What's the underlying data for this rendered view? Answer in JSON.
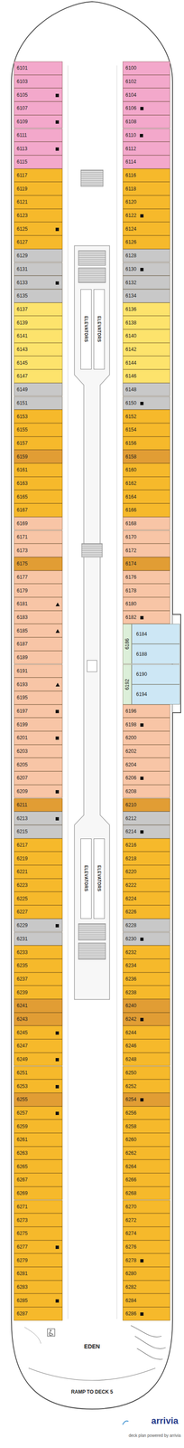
{
  "diagram": {
    "nodes": [
      {
        "text": [
          "6101"
        ]
      },
      {
        "text": [
          "6103"
        ]
      },
      {
        "text": [
          "6105"
        ]
      },
      {
        "text": [
          "6107"
        ]
      },
      {
        "text": [
          "6109"
        ]
      },
      {
        "text": [
          "6111"
        ]
      },
      {
        "text": [
          "6113"
        ]
      },
      {
        "text": [
          "6115"
        ]
      },
      {
        "text": [
          "6117"
        ]
      },
      {
        "text": [
          "6119"
        ]
      },
      {
        "text": [
          "6121"
        ]
      },
      {
        "text": [
          "6123"
        ]
      },
      {
        "text": [
          "6125"
        ]
      },
      {
        "text": [
          "6127"
        ]
      },
      {
        "text": [
          "6129"
        ]
      },
      {
        "text": [
          "6131"
        ]
      },
      {
        "text": [
          "6133"
        ]
      },
      {
        "text": [
          "6135"
        ]
      },
      {
        "text": [
          "6137"
        ]
      },
      {
        "text": [
          "6139"
        ]
      },
      {
        "text": [
          "6141"
        ]
      },
      {
        "text": [
          "6143"
        ]
      },
      {
        "text": [
          "6145"
        ]
      },
      {
        "text": [
          "6147"
        ]
      },
      {
        "text": [
          "6149"
        ]
      },
      {
        "text": [
          "6151"
        ]
      },
      {
        "text": [
          "6153"
        ]
      },
      {
        "text": [
          "6155"
        ]
      },
      {
        "text": [
          "6157"
        ]
      },
      {
        "text": [
          "6159"
        ]
      },
      {
        "text": [
          "6161"
        ]
      },
      {
        "text": [
          "6163"
        ]
      },
      {
        "text": [
          "6165"
        ]
      },
      {
        "text": [
          "6167"
        ]
      },
      {
        "text": [
          "6169"
        ]
      },
      {
        "text": [
          "6171"
        ]
      },
      {
        "text": [
          "6173"
        ]
      },
      {
        "text": [
          "6175"
        ]
      },
      {
        "text": [
          "6177"
        ]
      },
      {
        "text": [
          "6179"
        ]
      },
      {
        "text": [
          "6181"
        ]
      },
      {
        "text": [
          "6183"
        ]
      },
      {
        "text": [
          "6185"
        ]
      },
      {
        "text": [
          "6187"
        ]
      },
      {
        "text": [
          "6189"
        ]
      },
      {
        "text": [
          "6191"
        ]
      },
      {
        "text": [
          "6193"
        ]
      },
      {
        "text": [
          "6195"
        ]
      },
      {
        "text": [
          "6197"
        ]
      },
      {
        "text": [
          "6199"
        ]
      },
      {
        "text": [
          "6201"
        ]
      },
      {
        "text": [
          "6203"
        ]
      },
      {
        "text": [
          "6205"
        ]
      },
      {
        "text": [
          "6207"
        ]
      },
      {
        "text": [
          "6209"
        ]
      },
      {
        "text": [
          "6211"
        ]
      },
      {
        "text": [
          "6213"
        ]
      },
      {
        "text": [
          "6215"
        ]
      },
      {
        "text": [
          "6217"
        ]
      },
      {
        "text": [
          "6219"
        ]
      },
      {
        "text": [
          "6221"
        ]
      },
      {
        "text": [
          "6223"
        ]
      },
      {
        "text": [
          "6225"
        ]
      },
      {
        "text": [
          "6227"
        ]
      },
      {
        "text": [
          "6229"
        ]
      },
      {
        "text": [
          "6231"
        ]
      },
      {
        "text": [
          "6233"
        ]
      },
      {
        "text": [
          "6235"
        ]
      },
      {
        "text": [
          "6237"
        ]
      },
      {
        "text": [
          "6239"
        ]
      },
      {
        "text": [
          "6241"
        ]
      },
      {
        "text": [
          "6243"
        ]
      },
      {
        "text": [
          "6245"
        ]
      },
      {
        "text": [
          "6247"
        ]
      },
      {
        "text": [
          "6249"
        ]
      },
      {
        "text": [
          "6251"
        ]
      },
      {
        "text": [
          "6253"
        ]
      },
      {
        "text": [
          "6255"
        ]
      },
      {
        "text": [
          "6257"
        ]
      },
      {
        "text": [
          "6259"
        ]
      },
      {
        "text": [
          "6261"
        ]
      },
      {
        "text": [
          "6263"
        ]
      },
      {
        "text": [
          "6265"
        ]
      },
      {
        "text": [
          "6267"
        ]
      },
      {
        "text": [
          "6269"
        ]
      },
      {
        "text": [
          "6271"
        ]
      },
      {
        "text": [
          "6273"
        ]
      },
      {
        "text": [
          "6275"
        ]
      },
      {
        "text": [
          "6277"
        ]
      },
      {
        "text": [
          "6279"
        ]
      },
      {
        "text": [
          "6281"
        ]
      },
      {
        "text": [
          "6283"
        ]
      },
      {
        "text": [
          "6285"
        ]
      },
      {
        "text": [
          "6287"
        ]
      },
      {
        "text": [
          "6100"
        ]
      },
      {
        "text": [
          "6102"
        ]
      },
      {
        "text": [
          "6104"
        ]
      },
      {
        "text": [
          "6106"
        ]
      },
      {
        "text": [
          "6108"
        ]
      },
      {
        "text": [
          "6110"
        ]
      },
      {
        "text": [
          "6112"
        ]
      },
      {
        "text": [
          "6114"
        ]
      },
      {
        "text": [
          "6116"
        ]
      },
      {
        "text": [
          "6118"
        ]
      },
      {
        "text": [
          "6120"
        ]
      },
      {
        "text": [
          "6122"
        ]
      },
      {
        "text": [
          "6124"
        ]
      },
      {
        "text": [
          "6126"
        ]
      },
      {
        "text": [
          "6128"
        ]
      },
      {
        "text": [
          "6130"
        ]
      },
      {
        "text": [
          "6132"
        ]
      },
      {
        "text": [
          "6134"
        ]
      },
      {
        "text": [
          "6136"
        ]
      },
      {
        "text": [
          "6138"
        ]
      },
      {
        "text": [
          "6140"
        ]
      },
      {
        "text": [
          "6142"
        ]
      },
      {
        "text": [
          "6144"
        ]
      },
      {
        "text": [
          "6146"
        ]
      },
      {
        "text": [
          "6148"
        ]
      },
      {
        "text": [
          "6150"
        ]
      },
      {
        "text": [
          "6152"
        ]
      },
      {
        "text": [
          "6154"
        ]
      },
      {
        "text": [
          "6156"
        ]
      },
      {
        "text": [
          "6158"
        ]
      },
      {
        "text": [
          "6160"
        ]
      },
      {
        "text": [
          "6162"
        ]
      },
      {
        "text": [
          "6164"
        ]
      },
      {
        "text": [
          "6166"
        ]
      },
      {
        "text": [
          "6168"
        ]
      },
      {
        "text": [
          "6170"
        ]
      },
      {
        "text": [
          "6172"
        ]
      },
      {
        "text": [
          "6174"
        ]
      },
      {
        "text": [
          "6176"
        ]
      },
      {
        "text": [
          "6178"
        ]
      },
      {
        "text": [
          "6180"
        ]
      },
      {
        "text": [
          "6182"
        ]
      },
      {
        "text": [
          "6196"
        ]
      },
      {
        "text": [
          "6198"
        ]
      },
      {
        "text": [
          "6200"
        ]
      },
      {
        "text": [
          "6202"
        ]
      },
      {
        "text": [
          "6204"
        ]
      },
      {
        "text": [
          "6206"
        ]
      },
      {
        "text": [
          "6208"
        ]
      },
      {
        "text": [
          "6210"
        ]
      },
      {
        "text": [
          "6212"
        ]
      },
      {
        "text": [
          "6214"
        ]
      },
      {
        "text": [
          "6216"
        ]
      },
      {
        "text": [
          "6218"
        ]
      },
      {
        "text": [
          "6220"
        ]
      },
      {
        "text": [
          "6222"
        ]
      },
      {
        "text": [
          "6224"
        ]
      },
      {
        "text": [
          "6226"
        ]
      },
      {
        "text": [
          "6228"
        ]
      },
      {
        "text": [
          "6230"
        ]
      },
      {
        "text": [
          "6232"
        ]
      },
      {
        "text": [
          "6234"
        ]
      },
      {
        "text": [
          "6236"
        ]
      },
      {
        "text": [
          "6238"
        ]
      },
      {
        "text": [
          "6240"
        ]
      },
      {
        "text": [
          "6242"
        ]
      },
      {
        "text": [
          "6244"
        ]
      },
      {
        "text": [
          "6246"
        ]
      },
      {
        "text": [
          "6248"
        ]
      },
      {
        "text": [
          "6250"
        ]
      },
      {
        "text": [
          "6252"
        ]
      },
      {
        "text": [
          "6254"
        ]
      },
      {
        "text": [
          "6256"
        ]
      },
      {
        "text": [
          "6258"
        ]
      },
      {
        "text": [
          "6260"
        ]
      },
      {
        "text": [
          "6262"
        ]
      },
      {
        "text": [
          "6264"
        ]
      },
      {
        "text": [
          "6266"
        ]
      },
      {
        "text": [
          "6268"
        ]
      },
      {
        "text": [
          "6270"
        ]
      },
      {
        "text": [
          "6272"
        ]
      },
      {
        "text": [
          "6274"
        ]
      },
      {
        "text": [
          "6276"
        ]
      },
      {
        "text": [
          "6278"
        ]
      },
      {
        "text": [
          "6280"
        ]
      },
      {
        "text": [
          "6282"
        ]
      },
      {
        "text": [
          "6284"
        ]
      },
      {
        "text": [
          "6286"
        ]
      },
      {
        "text": [
          "6184"
        ]
      },
      {
        "text": [
          "6186"
        ]
      },
      {
        "text": [
          "6188"
        ]
      },
      {
        "text": [
          "6190"
        ]
      },
      {
        "text": [
          "6192"
        ]
      },
      {
        "text": [
          "6194"
        ]
      },
      {
        "text": [
          "ELEVATORS"
        ]
      },
      {
        "text": [
          "ELEVATORS"
        ]
      },
      {
        "text": [
          "ELEVATORS"
        ]
      },
      {
        "text": [
          "ELEVATORS"
        ]
      },
      {
        "text": [
          "EDEN"
        ]
      }
    ],
    "labels": [
      "RAMP TO DECK 5",
      "arrivia",
      "deck plan powered by arrivia"
    ]
  }
}
